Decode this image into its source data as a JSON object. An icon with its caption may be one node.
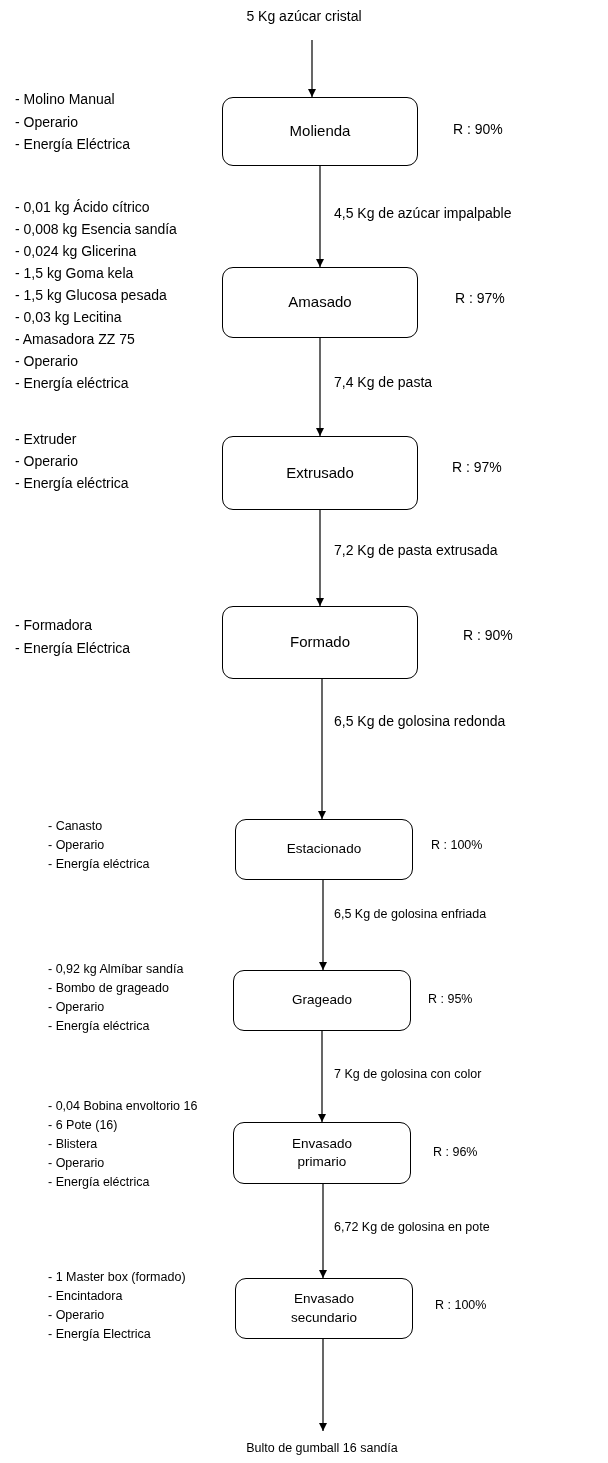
{
  "diagram": {
    "nodes": [
      {
        "text": [
          "5 Kg azúcar cristal"
        ]
      },
      {
        "text": [
          "Molienda"
        ],
        "beside": [
          "- Molino Manual",
          "- Operario",
          "- Energía Eléctrica",
          "R : 90%"
        ]
      },
      {
        "text": [
          "Amasado"
        ],
        "beside": [
          "- 0,01 kg Ácido cítrico",
          "- 0,008 kg Esencia sandía",
          "- 0,024 kg Glicerina",
          "- 1,5 kg Goma kela",
          "- 1,5 kg Glucosa pesada",
          "- 0,03 kg Lecitina",
          "- Amasadora ZZ 75",
          "- Operario",
          "- Energía eléctrica",
          "R : 97%"
        ]
      },
      {
        "text": [
          "Extrusado"
        ],
        "beside": [
          "- Extruder",
          "- Operario",
          "- Energía eléctrica",
          "R : 97%"
        ]
      },
      {
        "text": [
          "Formado"
        ],
        "beside": [
          "- Formadora",
          "- Energía Eléctrica",
          "R : 90%"
        ]
      },
      {
        "text": [
          "Estacionado"
        ],
        "beside": [
          "- Canasto",
          "- Operario",
          "- Energía eléctrica",
          "R : 100%"
        ]
      },
      {
        "text": [
          "Grageado"
        ],
        "beside": [
          "- 0,92 kg Almíbar sandía",
          "- Bombo de grageado",
          "- Operario",
          "- Energía eléctrica",
          "R : 95%"
        ]
      },
      {
        "text": [
          "Envasado primario"
        ],
        "beside": [
          "- 0,04 Bobina envoltorio 16",
          "- 6 Pote (16)",
          "- Blistera",
          "- Operario",
          "- Energía eléctrica",
          "R : 96%"
        ]
      },
      {
        "text": [
          "Envasado secundario"
        ],
        "beside": [
          "- 1 Master box (formado)",
          "- Encintadora",
          "- Operario",
          "- Energía Electrica",
          "R : 100%"
        ]
      },
      {
        "text": [
          "Bulto de gumball 16 sandía"
        ]
      }
    ],
    "edges": [
      {
        "from": 0,
        "to": 1,
        "arrow": "to"
      },
      {
        "from": 1,
        "to": 2,
        "arrow": "to",
        "label": "4,5 Kg de azúcar impalpable"
      },
      {
        "from": 2,
        "to": 3,
        "arrow": "to",
        "label": "7,4 Kg de pasta"
      },
      {
        "from": 3,
        "to": 4,
        "arrow": "to",
        "label": "7,2 Kg de pasta extrusada"
      },
      {
        "from": 4,
        "to": 5,
        "arrow": "to",
        "label": "6,5 Kg de golosina redonda"
      },
      {
        "from": 5,
        "to": 6,
        "arrow": "to",
        "label": "6,5 Kg de golosina enfriada"
      },
      {
        "from": 6,
        "to": 7,
        "arrow": "to",
        "label": "7 Kg de golosina con color"
      },
      {
        "from": 7,
        "to": 8,
        "arrow": "to",
        "label": "6,72 Kg de golosina en pote"
      },
      {
        "from": 8,
        "to": 9,
        "arrow": "to"
      }
    ]
  }
}
